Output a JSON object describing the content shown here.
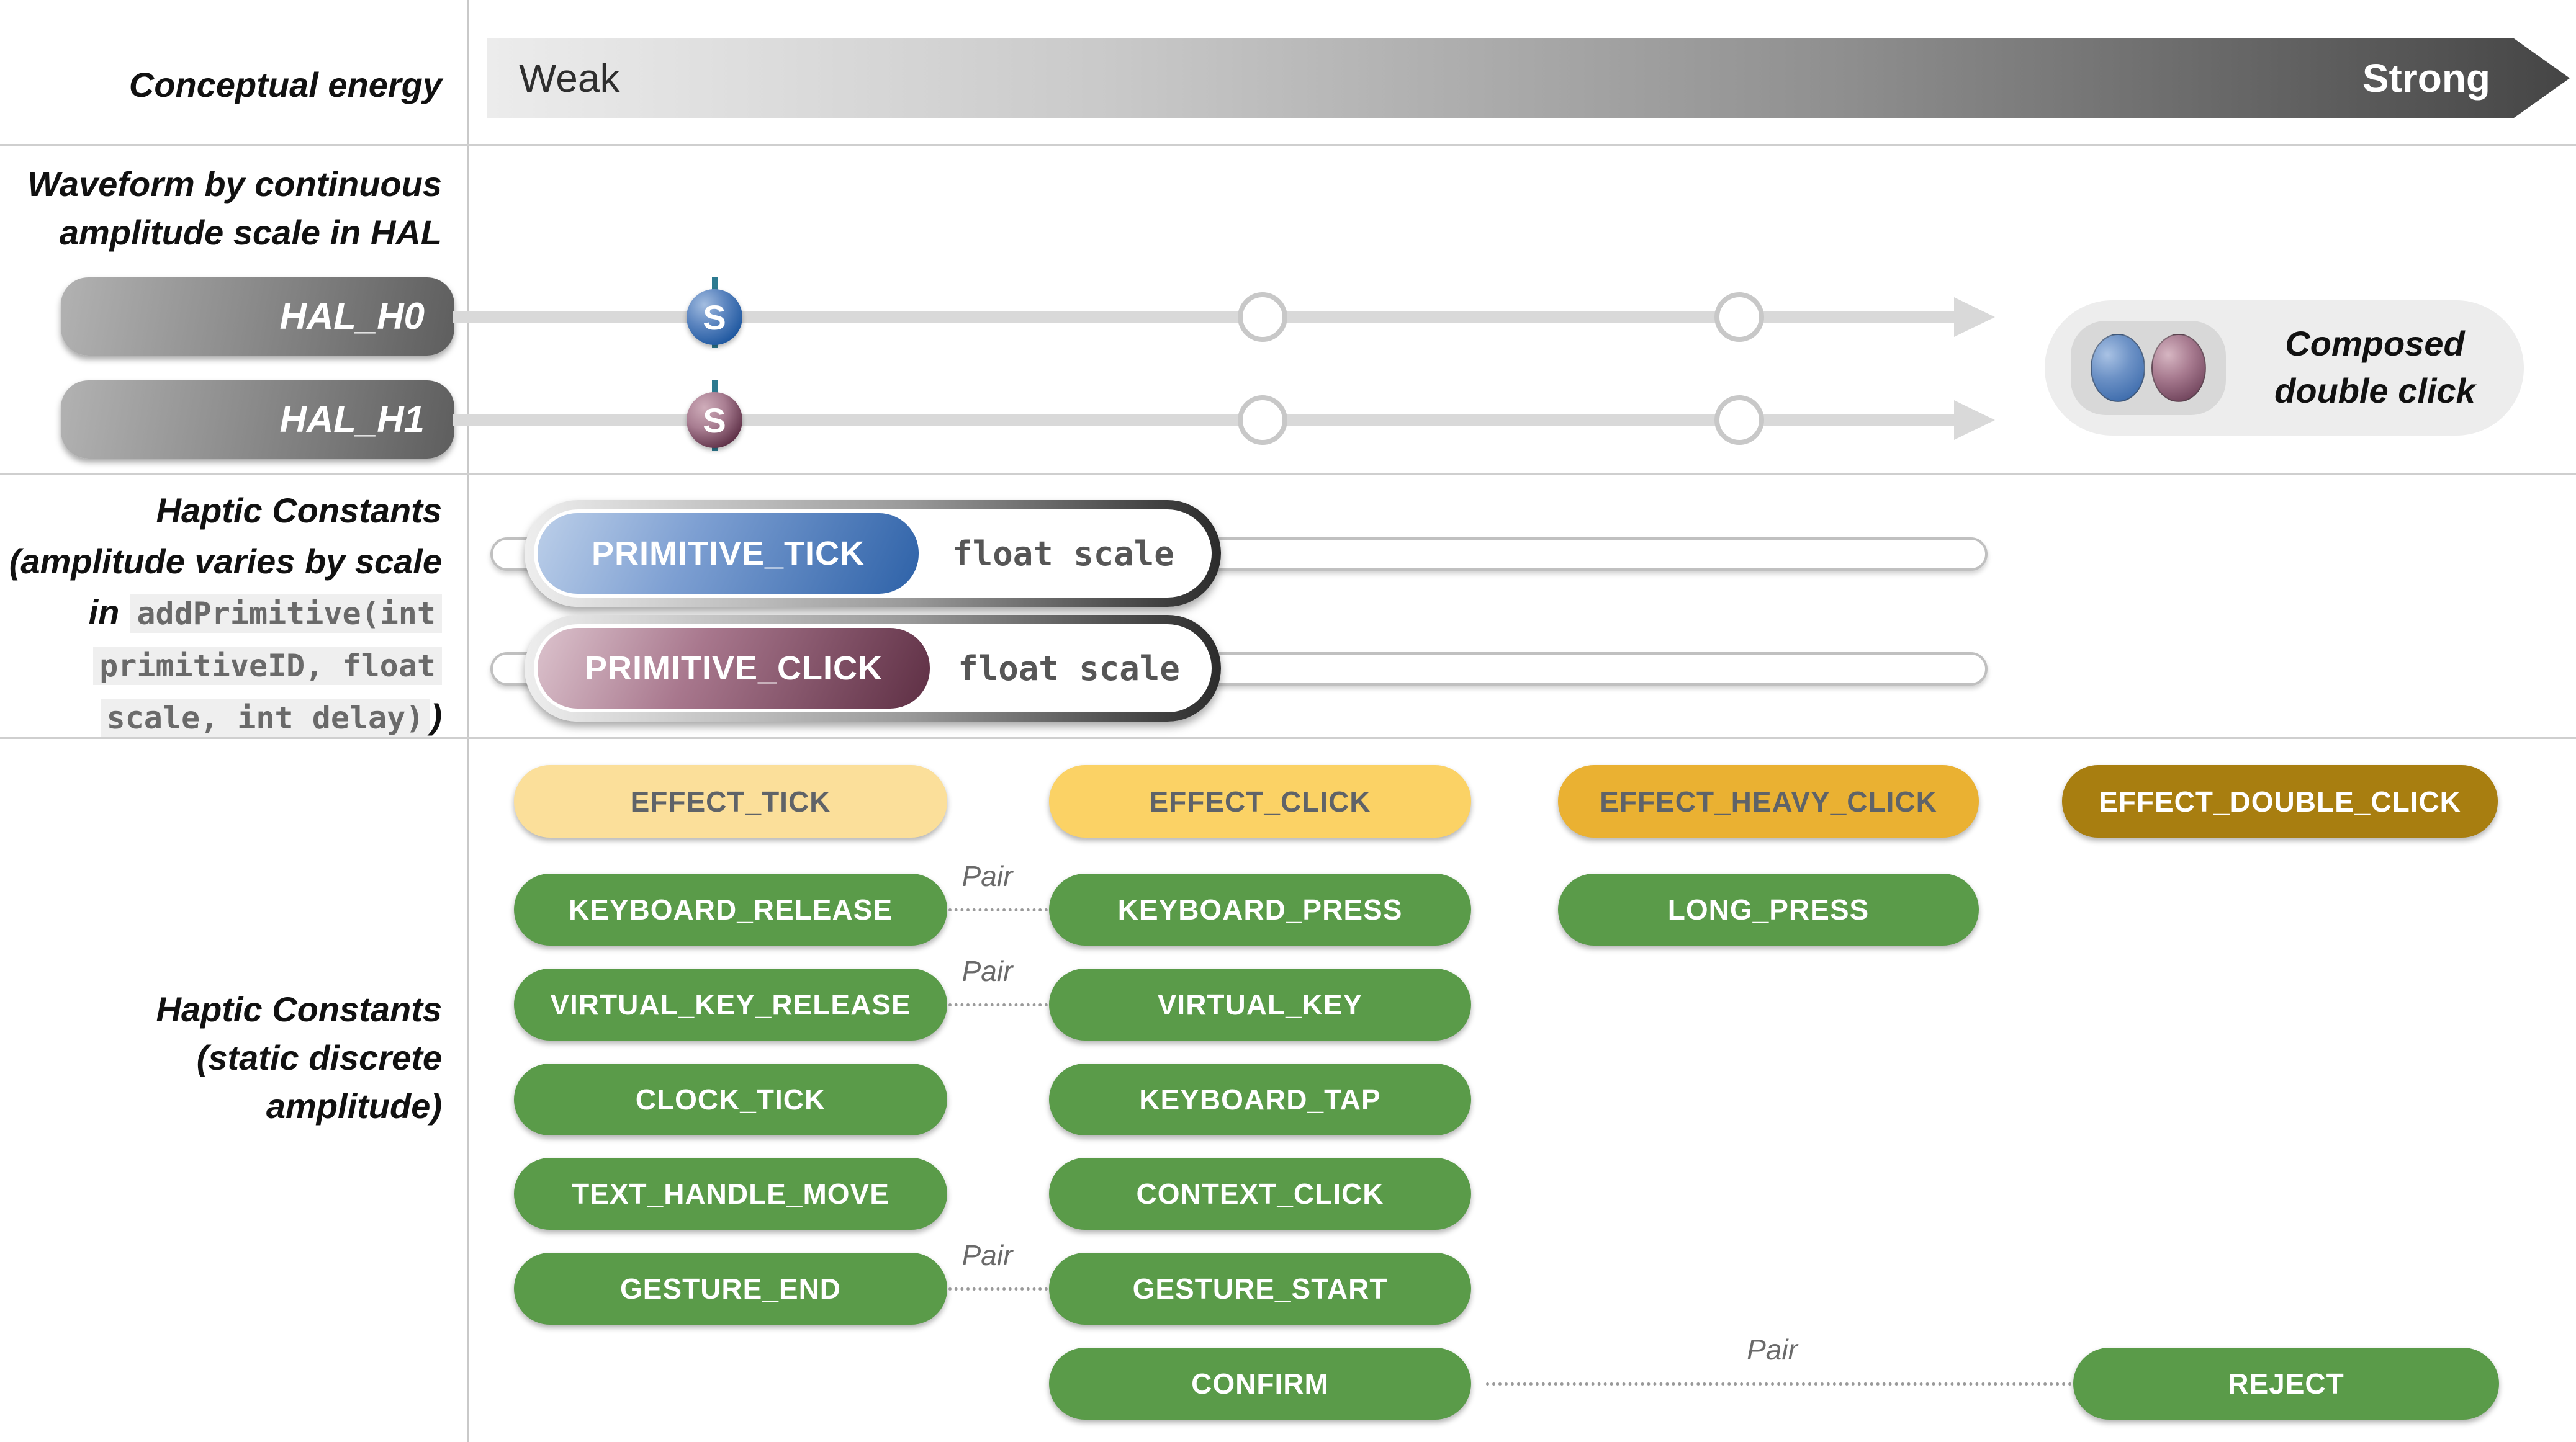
{
  "row1": {
    "label": "Conceptual energy",
    "weak": "Weak",
    "strong": "Strong"
  },
  "hal": {
    "label_line1": "Waveform by continuous",
    "label_line2": "amplitude scale in HAL",
    "channels": [
      {
        "label": "HAL_H0"
      },
      {
        "label": "HAL_H1"
      }
    ],
    "s_marker": "S",
    "composed_line1": "Composed",
    "composed_line2": "double click"
  },
  "primitives": {
    "label_line1": "Haptic Constants",
    "label_line2": "(amplitude varies by scale",
    "label_line3_prefix": "in",
    "label_line3_code": "addPrimitive(int",
    "label_line4_code": "primitiveID, float",
    "label_line5_code": "scale, int delay)",
    "label_line5_suffix": ")",
    "items": [
      {
        "name": "PRIMITIVE_TICK",
        "param": "float scale"
      },
      {
        "name": "PRIMITIVE_CLICK",
        "param": "float scale"
      }
    ]
  },
  "constants": {
    "label_line1": "Haptic Constants",
    "label_line2": "(static discrete",
    "label_line3": "amplitude)",
    "effects": [
      "EFFECT_TICK",
      "EFFECT_CLICK",
      "EFFECT_HEAVY_CLICK",
      "EFFECT_DOUBLE_CLICK"
    ],
    "pair_label": "Pair",
    "green_buttons": {
      "keyboard_release": "KEYBOARD_RELEASE",
      "keyboard_press": "KEYBOARD_PRESS",
      "long_press": "LONG_PRESS",
      "virtual_key_release": "VIRTUAL_KEY_RELEASE",
      "virtual_key": "VIRTUAL_KEY",
      "clock_tick": "CLOCK_TICK",
      "keyboard_tap": "KEYBOARD_TAP",
      "text_handle_move": "TEXT_HANDLE_MOVE",
      "context_click": "CONTEXT_CLICK",
      "gesture_end": "GESTURE_END",
      "gesture_start": "GESTURE_START",
      "confirm": "CONFIRM",
      "reject": "REJECT"
    }
  },
  "colors": {
    "green": "#5a9b49",
    "effect_tick_yellow": "#fbdf9a",
    "effect_click_yellow": "#fbd265",
    "effect_heavy_click_amber": "#eab132",
    "effect_double_click_gold": "#a87e10",
    "hal_blue": "#2e62a8",
    "hal_mauve": "#5e2f44",
    "marker_teal": "#2c7a90",
    "rail_gray": "#d9d9d9"
  }
}
